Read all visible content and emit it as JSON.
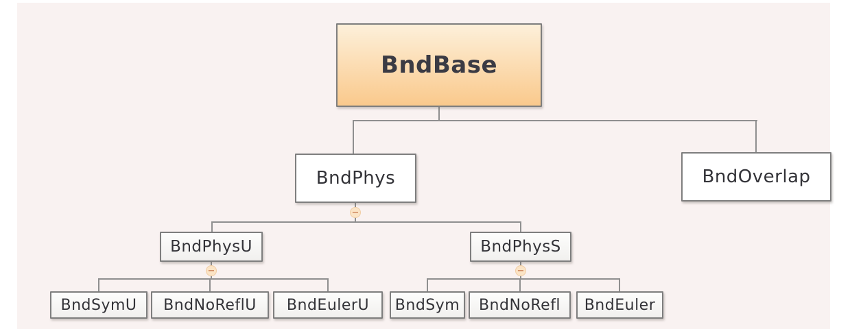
{
  "colors": {
    "page_bg": "#ffffff",
    "canvas_bg": "#f9f2f1",
    "line": "#8f8f8f",
    "box_border": "#7e7e7e",
    "root_gradient_top": "#fdf0da",
    "root_gradient_bottom": "#fac98c",
    "node_gradient_top": "#fdfdfc",
    "node_gradient_bottom": "#f1f0ee",
    "collapse_fill": "#fbe4c6",
    "collapse_border": "#f0cda4",
    "collapse_minus": "#d08a60",
    "text": "#333338"
  },
  "icons": {
    "collapse": {
      "name": "collapse-minus-icon",
      "glyph": "−"
    }
  },
  "tree": {
    "root": {
      "label": "BndBase",
      "children": [
        {
          "label": "BndPhys",
          "collapsible": true,
          "children": [
            {
              "label": "BndPhysU",
              "collapsible": true,
              "children": [
                {
                  "label": "BndSymU"
                },
                {
                  "label": "BndNoReflU"
                },
                {
                  "label": "BndEulerU"
                }
              ]
            },
            {
              "label": "BndPhysS",
              "collapsible": true,
              "children": [
                {
                  "label": "BndSym"
                },
                {
                  "label": "BndNoRefl"
                },
                {
                  "label": "BndEuler"
                }
              ]
            }
          ]
        },
        {
          "label": "BndOverlap"
        }
      ]
    }
  }
}
